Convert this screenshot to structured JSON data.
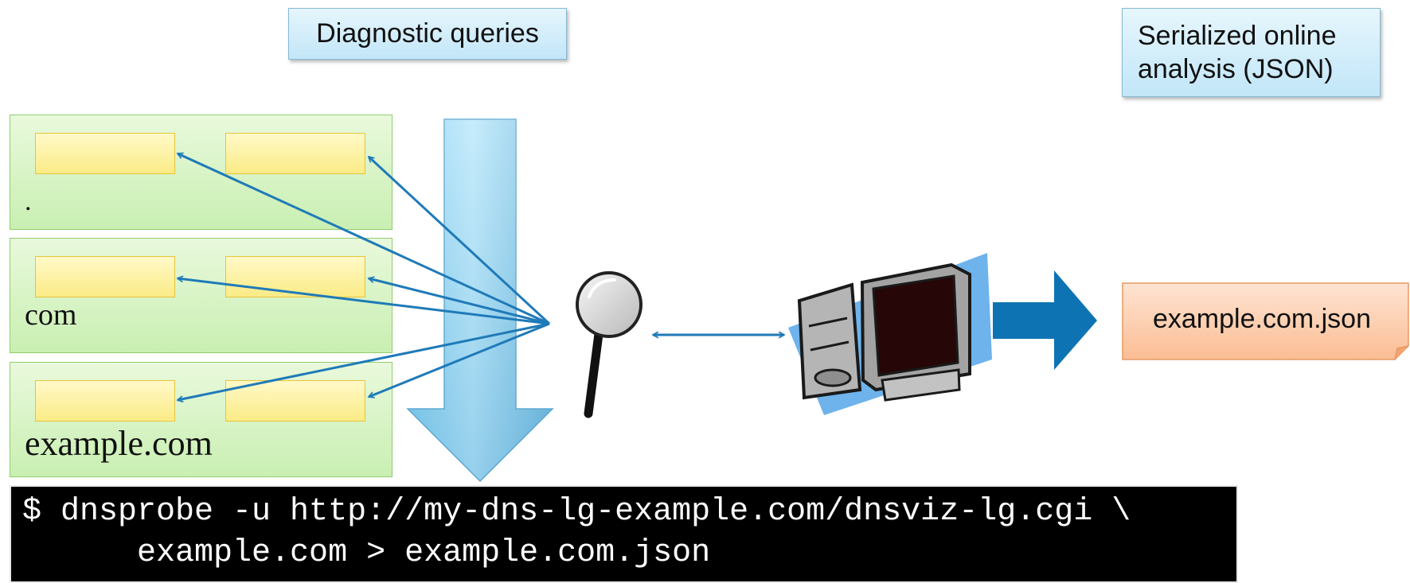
{
  "labels": {
    "diagnostic_queries": "Diagnostic queries",
    "serialized_line1": "Serialized online",
    "serialized_line2": "analysis (JSON)",
    "output_file": "example.com.json"
  },
  "zones": [
    {
      "name": ".",
      "servers": 2
    },
    {
      "name": "com",
      "servers": 2
    },
    {
      "name": "example.com",
      "servers": 2
    }
  ],
  "command": {
    "line1": "$ dnsprobe -u http://my-dns-lg-example.com/dnsviz-lg.cgi \\",
    "line2": "      example.com > example.com.json"
  },
  "icons": {
    "probe": "magnifying-glass-icon",
    "client": "computer-icon",
    "flow": "down-arrow-icon",
    "output": "right-arrow-icon"
  },
  "colors": {
    "zone_fill": "#d2f2bf",
    "server_fill": "#fdf2a6",
    "callout_fill": "#d0ecf9",
    "json_fill": "#fcd1b3",
    "connector": "#1f7ab8",
    "big_arrow": "#0e73b3"
  }
}
